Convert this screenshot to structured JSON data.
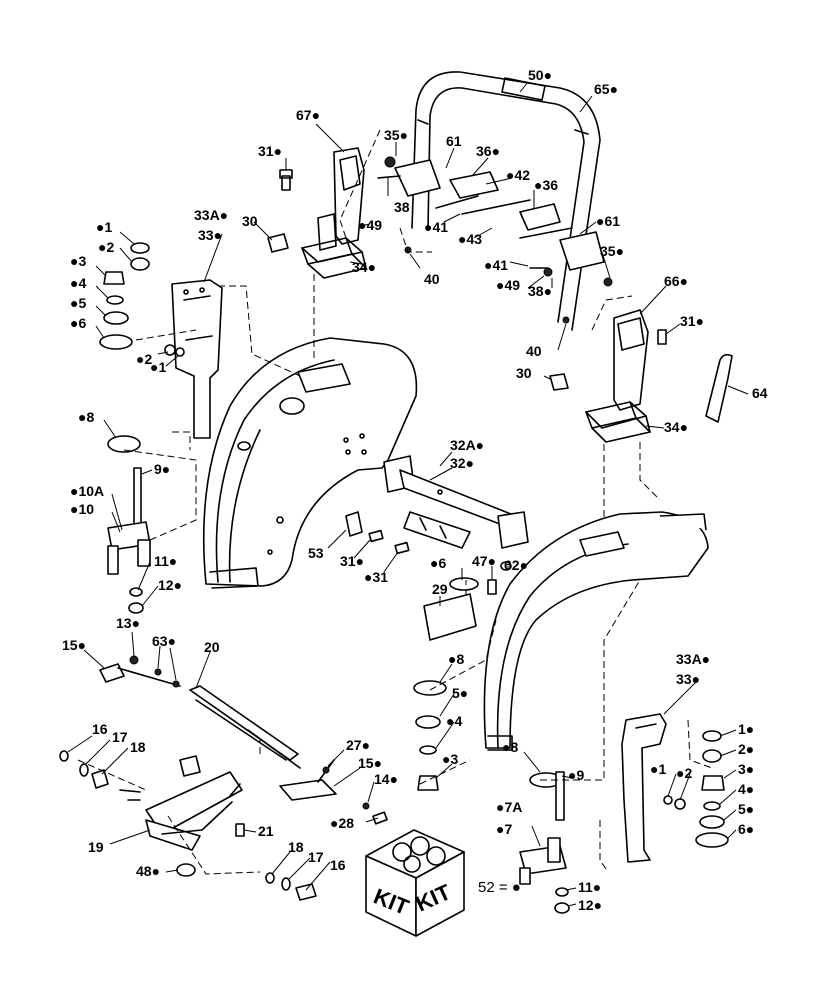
{
  "callouts": [
    {
      "text": "50●"
    },
    {
      "text": "65●"
    },
    {
      "text": "67●"
    },
    {
      "text": "35●"
    },
    {
      "text": "61"
    },
    {
      "text": "36●"
    },
    {
      "text": "31●"
    },
    {
      "text": "●42"
    },
    {
      "text": "●36"
    },
    {
      "text": "38"
    },
    {
      "text": "●49"
    },
    {
      "text": "●41"
    },
    {
      "text": "●43"
    },
    {
      "text": "●61"
    },
    {
      "text": "33A●"
    },
    {
      "text": "30"
    },
    {
      "text": "33●"
    },
    {
      "text": "34●"
    },
    {
      "text": "40"
    },
    {
      "text": "●41"
    },
    {
      "text": "35●"
    },
    {
      "text": "●49"
    },
    {
      "text": "38●"
    },
    {
      "text": "66●"
    },
    {
      "text": "●1"
    },
    {
      "text": "●2"
    },
    {
      "text": "●3"
    },
    {
      "text": "●4"
    },
    {
      "text": "●5"
    },
    {
      "text": "●6"
    },
    {
      "text": "●2"
    },
    {
      "text": "●1"
    },
    {
      "text": "31●"
    },
    {
      "text": "40"
    },
    {
      "text": "30"
    },
    {
      "text": "64"
    },
    {
      "text": "●8"
    },
    {
      "text": "34●"
    },
    {
      "text": "32A●"
    },
    {
      "text": "32●"
    },
    {
      "text": "9●"
    },
    {
      "text": "●10A"
    },
    {
      "text": "●10"
    },
    {
      "text": "53"
    },
    {
      "text": "31●"
    },
    {
      "text": "●31"
    },
    {
      "text": "●6"
    },
    {
      "text": "47●"
    },
    {
      "text": "62●"
    },
    {
      "text": "11●"
    },
    {
      "text": "12●"
    },
    {
      "text": "29"
    },
    {
      "text": "13●"
    },
    {
      "text": "63●"
    },
    {
      "text": "20"
    },
    {
      "text": "15●"
    },
    {
      "text": "●8"
    },
    {
      "text": "33A●"
    },
    {
      "text": "33●"
    },
    {
      "text": "5●"
    },
    {
      "text": "●4"
    },
    {
      "text": "1●"
    },
    {
      "text": "2●"
    },
    {
      "text": "16"
    },
    {
      "text": "17"
    },
    {
      "text": "18"
    },
    {
      "text": "●3"
    },
    {
      "text": "●8"
    },
    {
      "text": "●9"
    },
    {
      "text": "3●"
    },
    {
      "text": "●1"
    },
    {
      "text": "●2"
    },
    {
      "text": "4●"
    },
    {
      "text": "27●"
    },
    {
      "text": "15●"
    },
    {
      "text": "14●"
    },
    {
      "text": "5●"
    },
    {
      "text": "●7A"
    },
    {
      "text": "6●"
    },
    {
      "text": "●28"
    },
    {
      "text": "●7"
    },
    {
      "text": "21"
    },
    {
      "text": "19"
    },
    {
      "text": "18"
    },
    {
      "text": "17"
    },
    {
      "text": "16"
    },
    {
      "text": "48●"
    },
    {
      "text": "11●"
    },
    {
      "text": "12●"
    }
  ],
  "kit_box": {
    "left_label": "KIT",
    "right_label": "KIT",
    "legend": "52 = ●"
  },
  "icons": [
    "kit-box-icon"
  ]
}
